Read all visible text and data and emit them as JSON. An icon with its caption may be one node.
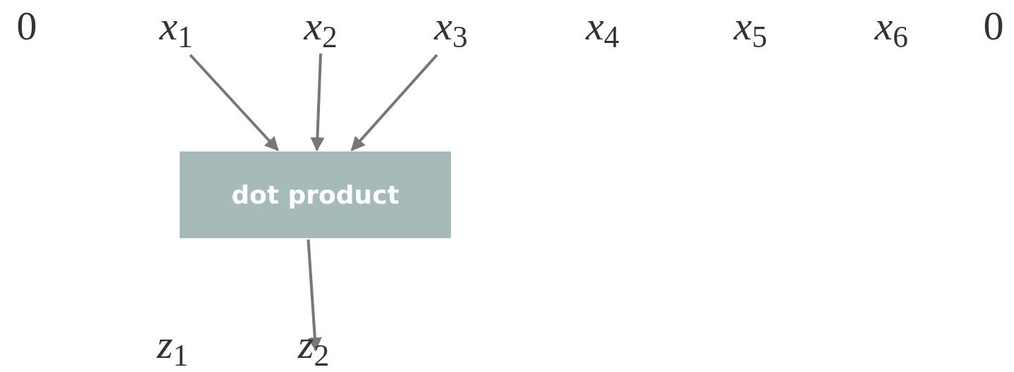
{
  "diagram": {
    "nodes": [
      {
        "text": [
          "*x*$_{1}$"
        ]
      },
      {
        "text": [
          "*x*$_{2}$"
        ]
      },
      {
        "text": [
          "*x*$_{3}$"
        ]
      },
      {
        "text": [
          "dot product"
        ]
      },
      {
        "text": [
          "*z*$_{2}$"
        ]
      }
    ],
    "edges": [
      {
        "from": 0,
        "to": 3,
        "arrow": "to"
      },
      {
        "from": 1,
        "to": 3,
        "arrow": "to"
      },
      {
        "from": 2,
        "to": 3,
        "arrow": "to"
      },
      {
        "from": 3,
        "to": 4,
        "arrow": "to"
      }
    ],
    "labels": [
      "0",
      "*x*$_{4}$",
      "*x*$_{5}$",
      "*x*$_{6}$",
      "0",
      "*z*$_{1}$"
    ]
  }
}
